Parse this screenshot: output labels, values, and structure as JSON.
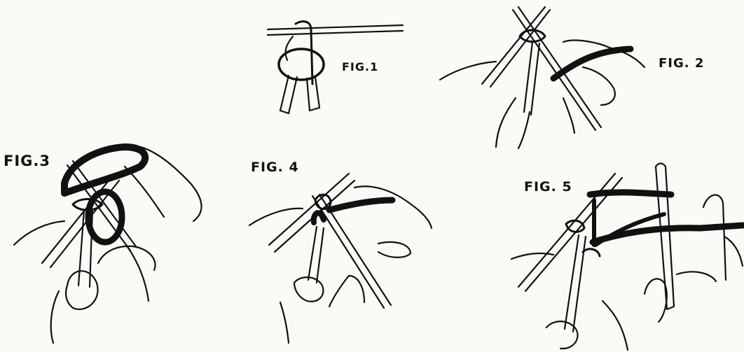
{
  "figures": [
    {
      "id": "fig1",
      "caption": "FIG.1",
      "subject": "slip knot on needle"
    },
    {
      "id": "fig2",
      "caption": "FIG. 2",
      "subject": "needle inserted into loop, yarn held"
    },
    {
      "id": "fig3",
      "caption": "FIG.3",
      "subject": "yarn wrapped around needle point"
    },
    {
      "id": "fig4",
      "caption": "FIG. 4",
      "subject": "new loop drawn through"
    },
    {
      "id": "fig5",
      "caption": "FIG. 5",
      "subject": "stitch transferred to left needle"
    }
  ],
  "colors": {
    "ink": "#111111",
    "paper": "#fafaf6"
  }
}
